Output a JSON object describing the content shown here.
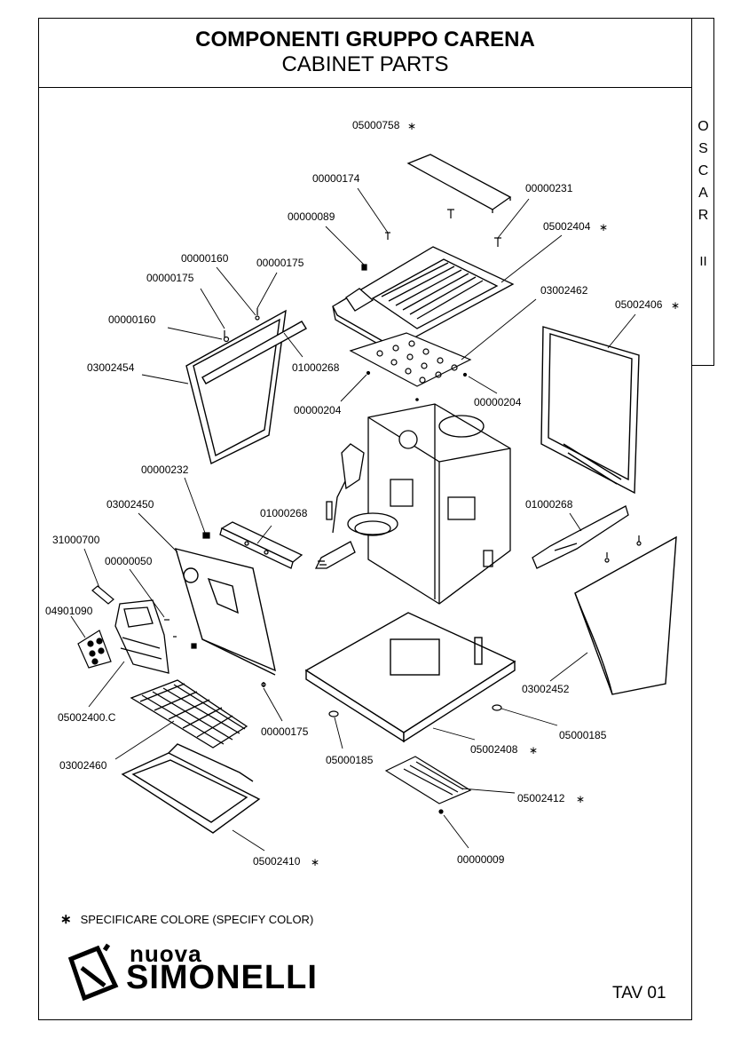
{
  "header": {
    "title_it": "COMPONENTI GRUPPO CARENA",
    "title_en": "CABINET PARTS"
  },
  "side_tab": {
    "letters": [
      "O",
      "S",
      "C",
      "A",
      "R"
    ],
    "roman": "II"
  },
  "labels": {
    "p05000758": "05000758",
    "p00000174": "00000174",
    "p00000231": "00000231",
    "p00000089": "00000089",
    "p05002404": "05002404",
    "p00000160a": "00000160",
    "p00000175a": "00000175",
    "p00000175b": "00000175",
    "p03002462": "03002462",
    "p05002406": "05002406",
    "p00000160b": "00000160",
    "p03002454": "03002454",
    "p01000268a": "01000268",
    "p00000204a": "00000204",
    "p00000204b": "00000204",
    "p00000232": "00000232",
    "p03002450": "03002450",
    "p01000268b": "01000268",
    "p01000268c": "01000268",
    "p31000700": "31000700",
    "p00000050": "00000050",
    "p04901090": "04901090",
    "p05002400C": "05002400.C",
    "p00000175c": "00000175",
    "p03002452": "03002452",
    "p05000185a": "05000185",
    "p05002408": "05002408",
    "p03002460": "03002460",
    "p05000185b": "05000185",
    "p05002412": "05002412",
    "p05002410": "05002410",
    "p00000009": "00000009"
  },
  "star": "∗",
  "footer": {
    "note": "SPECIFICARE COLORE (SPECIFY COLOR)",
    "brand_top": "nuova",
    "brand_main": "SIMONELLI",
    "sheet": "TAV 01"
  }
}
